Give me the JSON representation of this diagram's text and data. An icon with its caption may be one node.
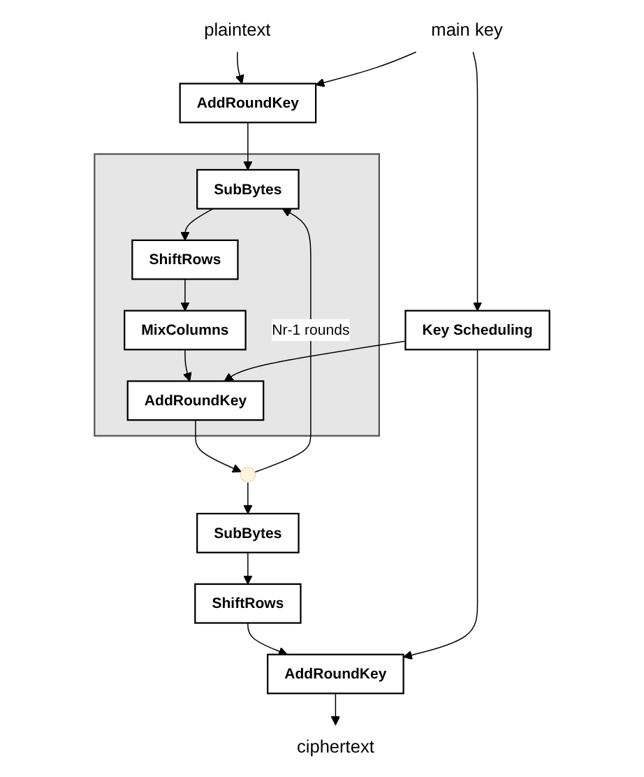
{
  "diagram": {
    "nodes": [
      {
        "text": [
          "plaintext"
        ]
      },
      {
        "text": [
          "main key"
        ]
      },
      {
        "text": [
          "AddRoundKey"
        ]
      },
      {
        "text": [
          "Key Scheduling"
        ]
      },
      {
        "text": [],
        "shape": "box"
      },
      {
        "text": [
          "SubBytes"
        ],
        "in": 4
      },
      {
        "text": [
          "ShiftRows"
        ],
        "in": 4
      },
      {
        "text": [
          "MixColumns"
        ],
        "in": 4
      },
      {
        "text": [
          "AddRoundKey"
        ],
        "in": 4
      },
      {
        "text": [],
        "shape": "circle"
      },
      {
        "text": [
          "SubBytes"
        ]
      },
      {
        "text": [
          "ShiftRows"
        ]
      },
      {
        "text": [
          "AddRoundKey"
        ]
      },
      {
        "text": [
          "ciphertext"
        ]
      }
    ],
    "edges": [
      {
        "from": 0,
        "to": 2,
        "arrow": "to"
      },
      {
        "from": 1,
        "to": 2,
        "arrow": "to"
      },
      {
        "from": 1,
        "to": 3,
        "arrow": "to"
      },
      {
        "from": 2,
        "to": 5,
        "arrow": "to"
      },
      {
        "from": 5,
        "to": 6,
        "arrow": "to"
      },
      {
        "from": 6,
        "to": 7,
        "arrow": "to"
      },
      {
        "from": 7,
        "to": 8,
        "arrow": "to"
      },
      {
        "from": 3,
        "to": 8,
        "arrow": "to"
      },
      {
        "from": 8,
        "to": 9,
        "arrow": "to"
      },
      {
        "from": 9,
        "to": 5,
        "arrow": "to",
        "label": "Nr-1 rounds"
      },
      {
        "from": 9,
        "to": 10,
        "arrow": "to"
      },
      {
        "from": 10,
        "to": 11,
        "arrow": "to"
      },
      {
        "from": 11,
        "to": 12,
        "arrow": "to"
      },
      {
        "from": 3,
        "to": 12,
        "arrow": "to"
      },
      {
        "from": 12,
        "to": 13,
        "arrow": "to"
      }
    ]
  }
}
